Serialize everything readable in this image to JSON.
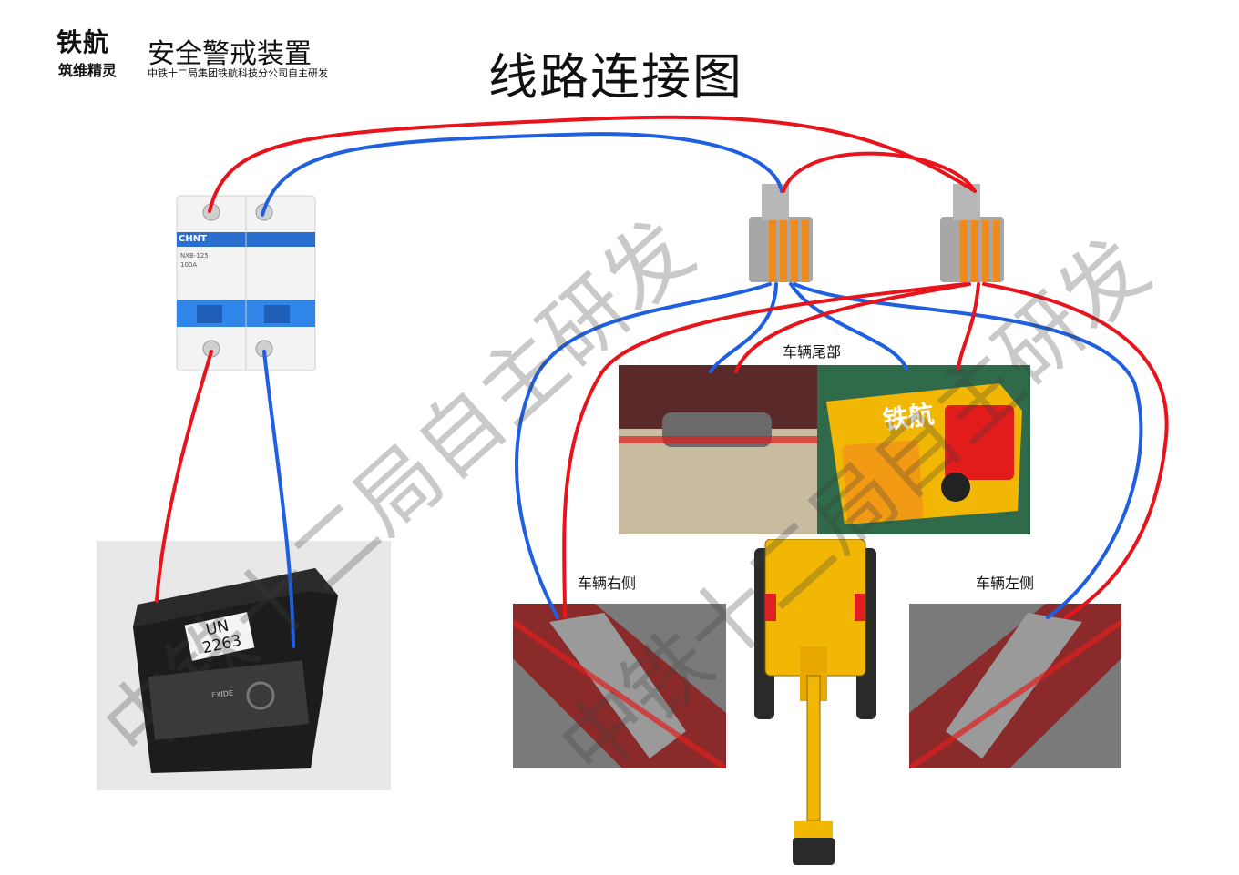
{
  "header": {
    "logo_main": "铁航",
    "logo_sub": "筑维精灵",
    "product_title": "安全警戒装置",
    "product_subtitle": "中铁十二局集团铁航科技分公司自主研发",
    "diagram_title": "线路连接图"
  },
  "labels": {
    "rear": "车辆尾部",
    "right": "车辆右侧",
    "left": "车辆左侧"
  },
  "breaker": {
    "brand": "CHNT",
    "model": "NXB-125",
    "rating": "100A"
  },
  "battery": {
    "un_label": "UN",
    "un_number": "2263",
    "brand": "EXIDE"
  },
  "rear_light": {
    "logo_text": "铁航"
  },
  "watermark": {
    "text_1": "中铁十二局自主研发",
    "text_2": "中铁十二局自主研发"
  },
  "colors": {
    "positive_wire": "#e8141c",
    "negative_wire": "#1f5fe0",
    "amber": "#f5a623",
    "excavator": "#f2b705"
  }
}
